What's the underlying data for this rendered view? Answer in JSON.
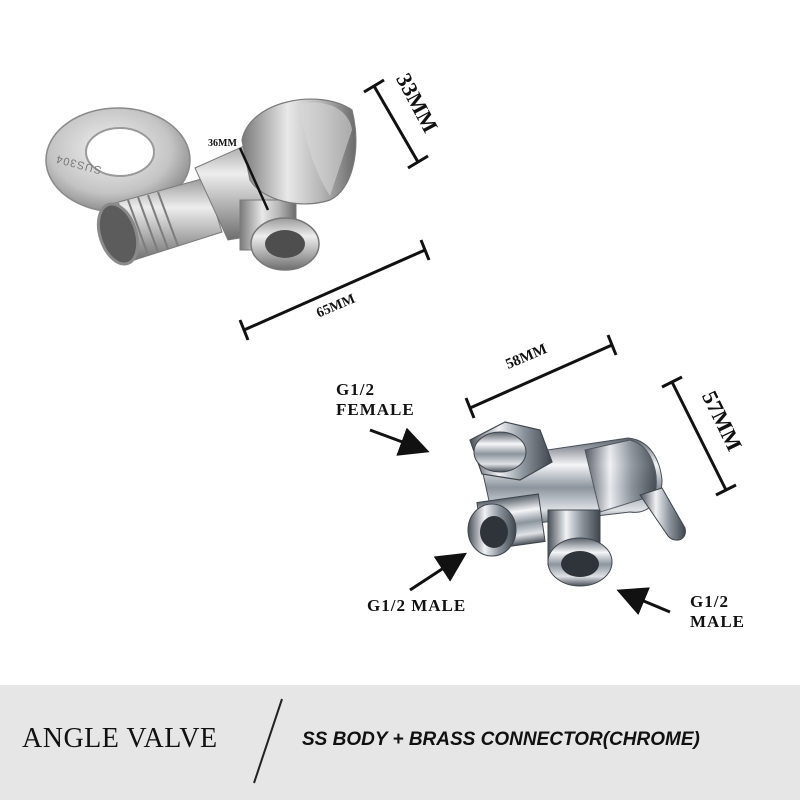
{
  "dimensions": {
    "valve_height": "33MM",
    "valve_diameter": "36MM",
    "valve_length": "65MM",
    "connector_length": "58MM",
    "connector_height": "57MM"
  },
  "flange_text": "SUS304",
  "ports": {
    "top_female": [
      "G1/2",
      "FEMALE"
    ],
    "bottom_left_male": "G1/2 MALE",
    "bottom_right_male": [
      "G1/2",
      "MALE"
    ]
  },
  "footer": {
    "product": "ANGLE VALVE",
    "material": "SS BODY + BRASS CONNECTOR(CHROME)"
  },
  "colors": {
    "footer_bg": "#e6e6e6",
    "steel": "#b8b8b8",
    "chrome": "#9aa2ab"
  }
}
